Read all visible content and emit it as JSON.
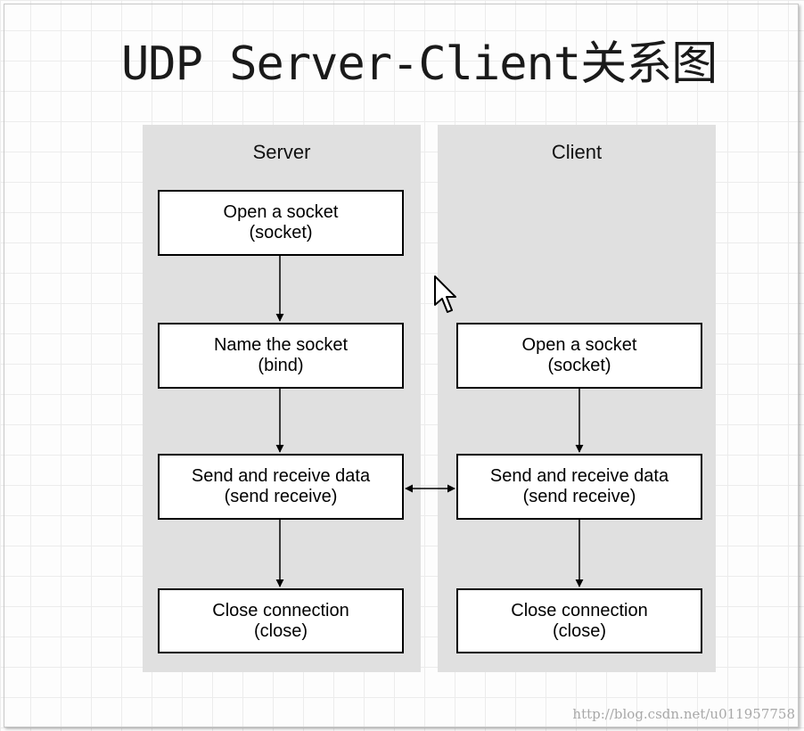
{
  "title": "UDP Server-Client关系图",
  "server": {
    "label": "Server",
    "steps": [
      {
        "line1": "Open a socket",
        "line2": "(socket)"
      },
      {
        "line1": "Name the socket",
        "line2": "(bind)"
      },
      {
        "line1": "Send and receive data",
        "line2": "(send receive)"
      },
      {
        "line1": "Close connection",
        "line2": "(close)"
      }
    ]
  },
  "client": {
    "label": "Client",
    "steps": [
      {
        "line1": "Open a socket",
        "line2": "(socket)"
      },
      {
        "line1": "Send and receive data",
        "line2": "(send receive)"
      },
      {
        "line1": "Close connection",
        "line2": "(close)"
      }
    ]
  },
  "watermark": "http://blog.csdn.net/u011957758",
  "icons": {
    "cursor": "mouse-pointer-icon"
  }
}
